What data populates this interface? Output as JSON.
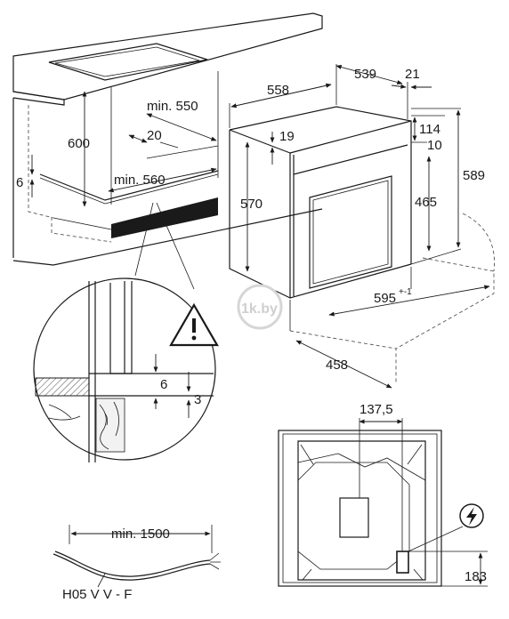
{
  "dimensions": {
    "depth_539": "539",
    "gap_21": "21",
    "width_558": "558",
    "min_550": "min. 550",
    "height_114": "114",
    "height_19": "19",
    "height_10": "10",
    "niche_600": "600",
    "depth_20": "20",
    "height_589": "589",
    "gap_6_left": "6",
    "min_560": "min. 560",
    "height_570": "570",
    "height_465": "465",
    "width_595": "595",
    "width_595_tol": "+-1",
    "depth_458": "458",
    "detail_6": "6",
    "detail_3": "3",
    "outlet_137_5": "137,5",
    "outlet_183": "183",
    "cable_min_1500": "min. 1500",
    "cable_type": "H05 V V - F"
  },
  "watermark": {
    "text": "1k.by"
  },
  "icons": {
    "warning": "warning-triangle-icon",
    "electric": "electric-plug-icon"
  }
}
